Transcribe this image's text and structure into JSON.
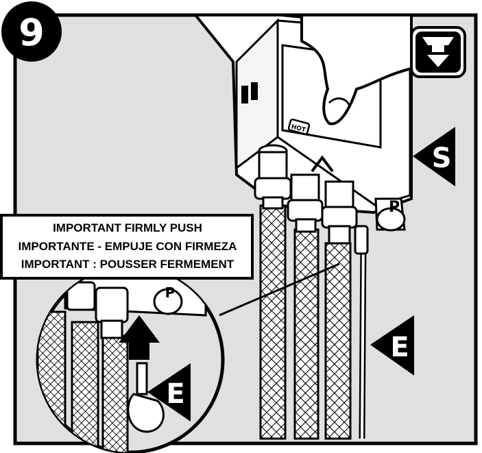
{
  "step": {
    "number": "9"
  },
  "instruction": {
    "lines": [
      "IMPORTANT FIRMLY PUSH",
      "IMPORTANTE - EMPUJE CON FIRMEZA",
      "IMPORTANT : POUSSER FERMEMENT"
    ]
  },
  "markers": {
    "supply": "S",
    "electrical": "E",
    "electrical_detail": "E"
  },
  "device_labels": {
    "hot": "HOT",
    "port_main": "P",
    "port_detail": "P"
  },
  "icons": {
    "corner": "under-sink-install-icon",
    "push": "push-arrow-icon"
  },
  "colors": {
    "background_panel": "#e0e0e0",
    "ink": "#000000",
    "paper": "#ffffff"
  }
}
